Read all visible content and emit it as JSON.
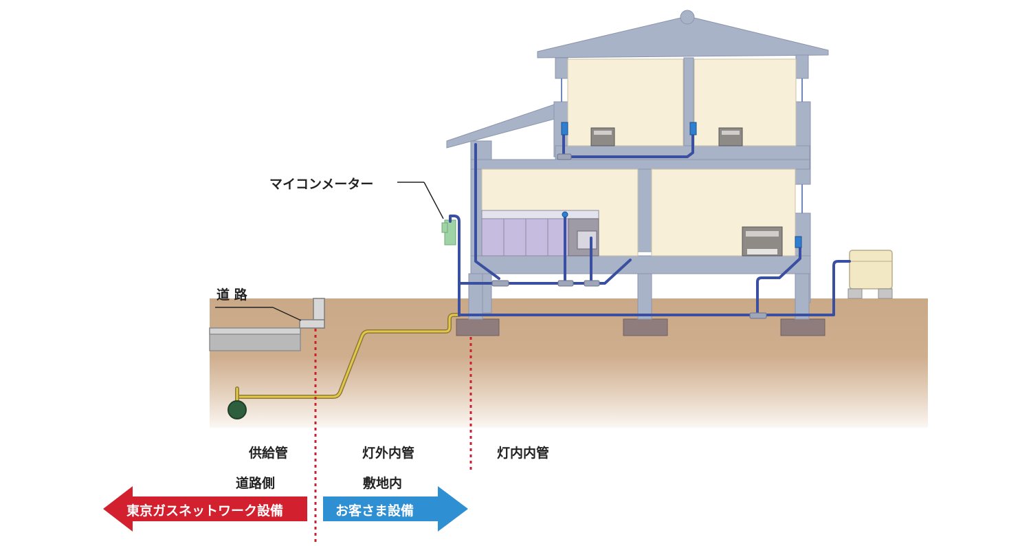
{
  "labels": {
    "meter": "マイコンメーター",
    "road": "道 路",
    "supply_pipe": "供給管",
    "outdoor_pipe": "灯外内管",
    "indoor_pipe": "灯内内管",
    "road_side": "道路側",
    "on_premises": "敷地内"
  },
  "arrows": {
    "left": "東京ガスネットワーク設備",
    "right": "お客さま設備"
  },
  "colors": {
    "ground": "#c9a988",
    "house": "#a9b3c8",
    "room": "#f7efd7",
    "pipe_blue": "#3a4fa0",
    "pipe_yellow": "#e4c64a",
    "boundary": "#cc1f2f",
    "arrow_red": "#d2202e",
    "arrow_blue": "#2f8fd3",
    "meter": "#9fd3a6"
  }
}
